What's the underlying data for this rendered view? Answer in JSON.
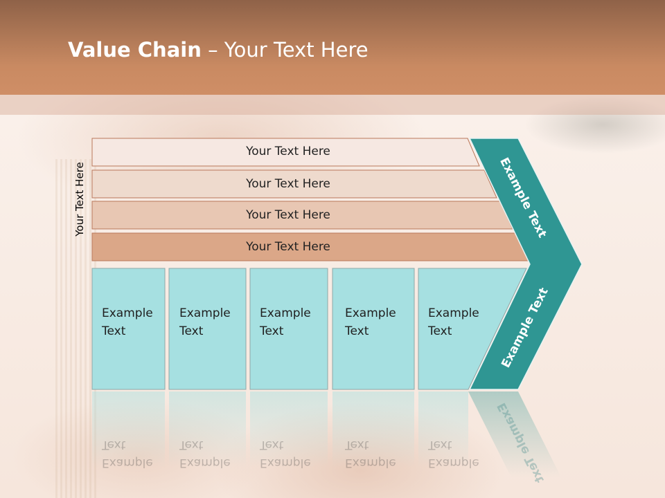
{
  "title": {
    "bold": "Value Chain",
    "rest": " – Your Text Here"
  },
  "side_label": "Your Text Here",
  "support_rows": [
    "Your Text Here",
    "Your Text Here",
    "Your Text Here",
    "Your Text Here"
  ],
  "primary_activities": [
    "Example Text",
    "Example Text",
    "Example Text",
    "Example Text",
    "Example Text"
  ],
  "margin_labels": {
    "upper": "Example Text",
    "lower": "Example Text"
  },
  "colors": {
    "header": "#c98a62",
    "row_fills": [
      "#f6e8e2",
      "#eedacd",
      "#e8c7b3",
      "#dba788"
    ],
    "row_stroke": "#b9775a",
    "activity_fill": "#a6e0e1",
    "activity_stroke": "#8fa7a7",
    "chevron": "#2f9693"
  }
}
